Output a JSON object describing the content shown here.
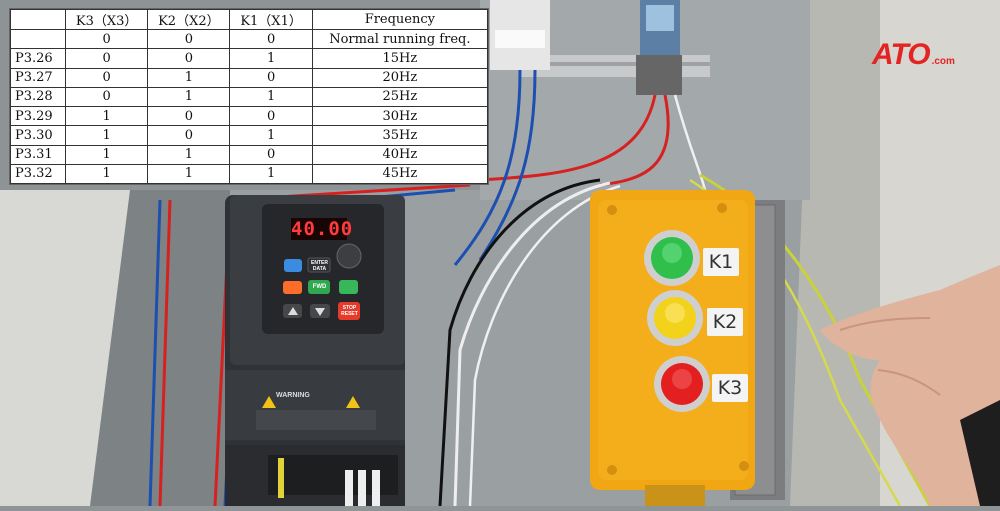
{
  "frequency_table": {
    "headers": [
      "",
      "K3（X3）",
      "K2（X2）",
      "K1（X1）",
      "Frequency"
    ],
    "rows": [
      [
        "",
        "0",
        "0",
        "0",
        "Normal running freq."
      ],
      [
        "P3.26",
        "0",
        "0",
        "1",
        "15Hz"
      ],
      [
        "P3.27",
        "0",
        "1",
        "0",
        "20Hz"
      ],
      [
        "P3.28",
        "0",
        "1",
        "1",
        "25Hz"
      ],
      [
        "P3.29",
        "1",
        "0",
        "0",
        "30Hz"
      ],
      [
        "P3.30",
        "1",
        "0",
        "1",
        "35Hz"
      ],
      [
        "P3.31",
        "1",
        "1",
        "0",
        "40Hz"
      ],
      [
        "P3.32",
        "1",
        "1",
        "1",
        "45Hz"
      ]
    ]
  },
  "logo": {
    "brand": "ATO",
    "suffix": ".com",
    "color": "#e42323"
  },
  "inverter": {
    "display_value": "40.00",
    "display_color": "#ff3b3b",
    "keys": {
      "enter": "ENTER DATA",
      "fwd": "FWD",
      "stop": "STOP RESET"
    },
    "warning_label": "WARNING"
  },
  "buttons": [
    {
      "label": "K1",
      "color": "#2fbf4a"
    },
    {
      "label": "K2",
      "color": "#f2d21b"
    },
    {
      "label": "K3",
      "color": "#e41f1f"
    }
  ]
}
